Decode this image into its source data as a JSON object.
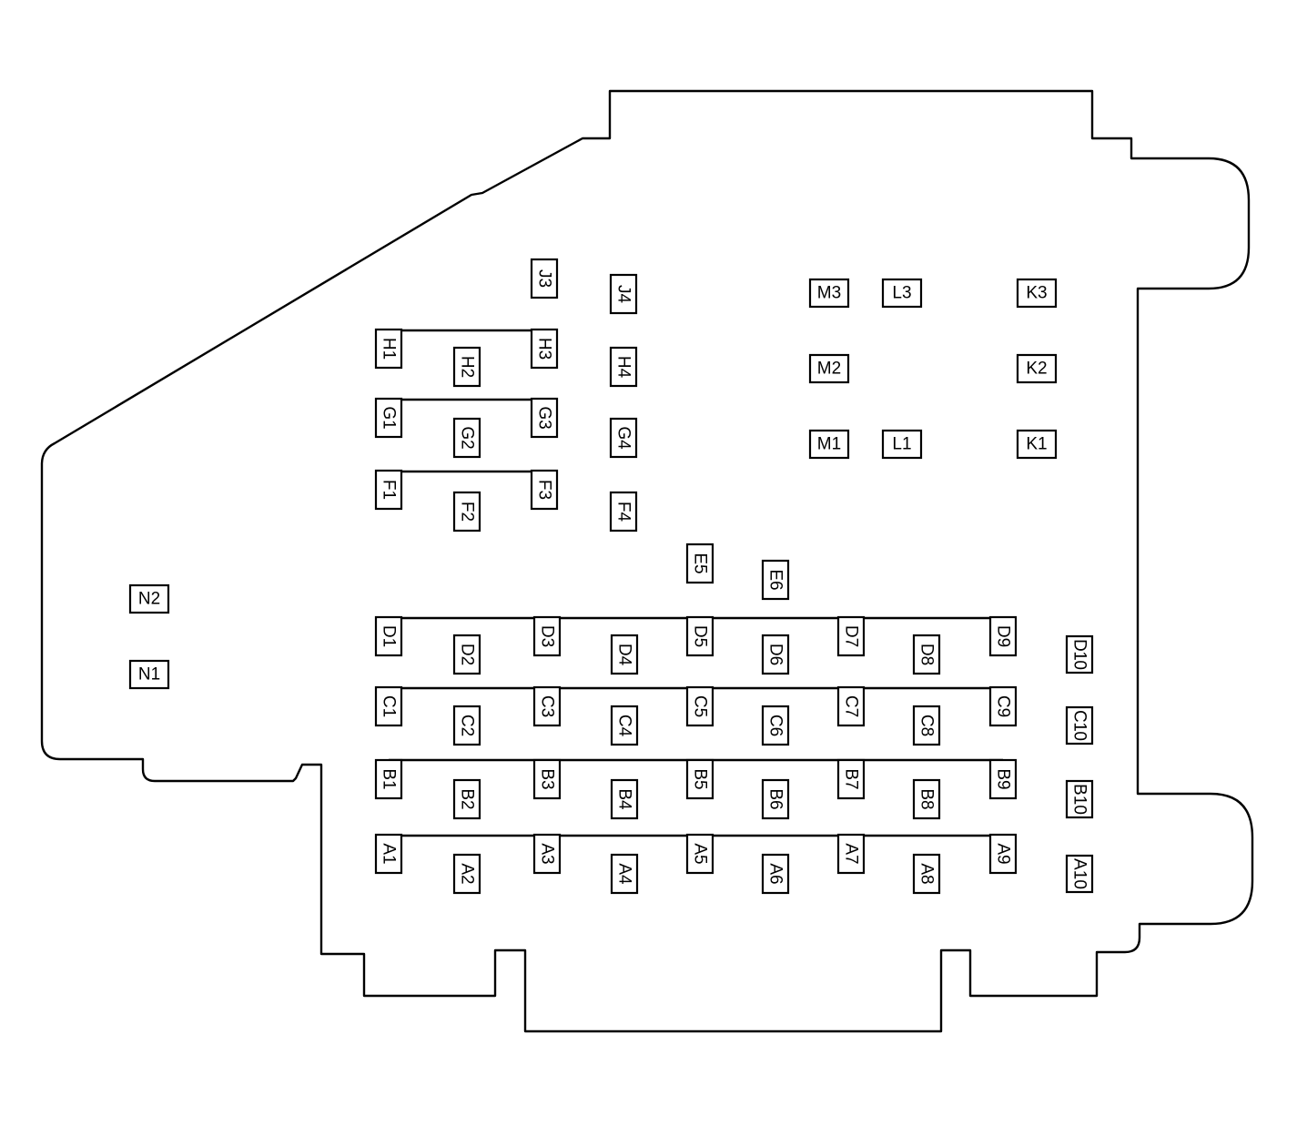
{
  "colors": {
    "line": "#000000",
    "background": "#ffffff"
  },
  "connectors": [
    {
      "label": "J3",
      "rot": true
    },
    {
      "label": "J4",
      "rot": true
    },
    {
      "label": "M3",
      "rot": false
    },
    {
      "label": "L3",
      "rot": false
    },
    {
      "label": "K3",
      "rot": false
    },
    {
      "label": "H1",
      "rot": true
    },
    {
      "label": "H2",
      "rot": true
    },
    {
      "label": "H3",
      "rot": true
    },
    {
      "label": "H4",
      "rot": true
    },
    {
      "label": "M2",
      "rot": false
    },
    {
      "label": "K2",
      "rot": false
    },
    {
      "label": "G1",
      "rot": true
    },
    {
      "label": "G2",
      "rot": true
    },
    {
      "label": "G3",
      "rot": true
    },
    {
      "label": "G4",
      "rot": true
    },
    {
      "label": "M1",
      "rot": false
    },
    {
      "label": "L1",
      "rot": false
    },
    {
      "label": "K1",
      "rot": false
    },
    {
      "label": "F1",
      "rot": true
    },
    {
      "label": "F2",
      "rot": true
    },
    {
      "label": "F3",
      "rot": true
    },
    {
      "label": "F4",
      "rot": true
    },
    {
      "label": "E5",
      "rot": true
    },
    {
      "label": "E6",
      "rot": true
    },
    {
      "label": "N2",
      "rot": false
    },
    {
      "label": "N1",
      "rot": false
    },
    {
      "label": "D1",
      "rot": true
    },
    {
      "label": "D2",
      "rot": true
    },
    {
      "label": "D3",
      "rot": true
    },
    {
      "label": "D4",
      "rot": true
    },
    {
      "label": "D5",
      "rot": true
    },
    {
      "label": "D6",
      "rot": true
    },
    {
      "label": "D7",
      "rot": true
    },
    {
      "label": "D8",
      "rot": true
    },
    {
      "label": "D9",
      "rot": true
    },
    {
      "label": "D10",
      "rot": true
    },
    {
      "label": "C1",
      "rot": true
    },
    {
      "label": "C2",
      "rot": true
    },
    {
      "label": "C3",
      "rot": true
    },
    {
      "label": "C4",
      "rot": true
    },
    {
      "label": "C5",
      "rot": true
    },
    {
      "label": "C6",
      "rot": true
    },
    {
      "label": "C7",
      "rot": true
    },
    {
      "label": "C8",
      "rot": true
    },
    {
      "label": "C9",
      "rot": true
    },
    {
      "label": "C10",
      "rot": true
    },
    {
      "label": "B1",
      "rot": true
    },
    {
      "label": "B2",
      "rot": true
    },
    {
      "label": "B3",
      "rot": true
    },
    {
      "label": "B4",
      "rot": true
    },
    {
      "label": "B5",
      "rot": true
    },
    {
      "label": "B6",
      "rot": true
    },
    {
      "label": "B7",
      "rot": true
    },
    {
      "label": "B8",
      "rot": true
    },
    {
      "label": "B9",
      "rot": true
    },
    {
      "label": "B10",
      "rot": true
    },
    {
      "label": "A1",
      "rot": true
    },
    {
      "label": "A2",
      "rot": true
    },
    {
      "label": "A3",
      "rot": true
    },
    {
      "label": "A4",
      "rot": true
    },
    {
      "label": "A5",
      "rot": true
    },
    {
      "label": "A6",
      "rot": true
    },
    {
      "label": "A7",
      "rot": true
    },
    {
      "label": "A8",
      "rot": true
    },
    {
      "label": "A9",
      "rot": true
    },
    {
      "label": "A10",
      "rot": true
    }
  ]
}
